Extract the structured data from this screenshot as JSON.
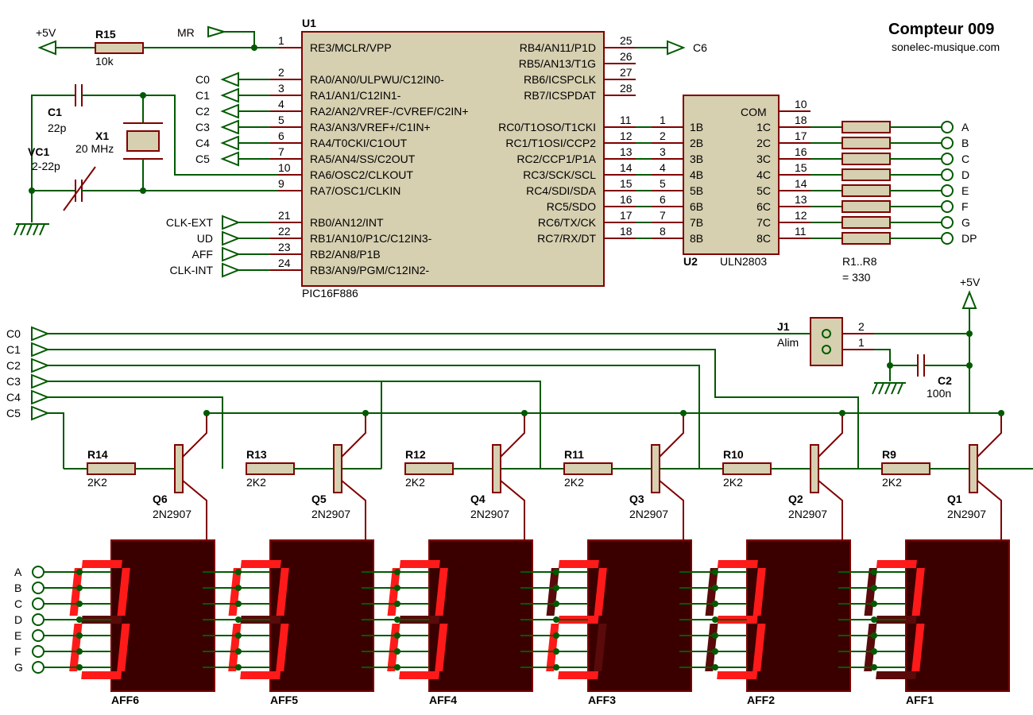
{
  "title": "Compteur 009",
  "subtitle": "sonelec-musique.com",
  "mcu": {
    "ref": "U1",
    "part": "PIC16F886",
    "left_pins": [
      {
        "num": "1",
        "name": "RE3/MCLR/VPP"
      },
      {
        "num": "2",
        "name": "RA0/AN0/ULPWU/C12IN0-"
      },
      {
        "num": "3",
        "name": "RA1/AN1/C12IN1-"
      },
      {
        "num": "4",
        "name": "RA2/AN2/VREF-/CVREF/C2IN+"
      },
      {
        "num": "5",
        "name": "RA3/AN3/VREF+/C1IN+"
      },
      {
        "num": "6",
        "name": "RA4/T0CKI/C1OUT"
      },
      {
        "num": "7",
        "name": "RA5/AN4/SS/C2OUT"
      },
      {
        "num": "10",
        "name": "RA6/OSC2/CLKOUT"
      },
      {
        "num": "9",
        "name": "RA7/OSC1/CLKIN"
      },
      {
        "num": "21",
        "name": "RB0/AN12/INT"
      },
      {
        "num": "22",
        "name": "RB1/AN10/P1C/C12IN3-"
      },
      {
        "num": "23",
        "name": "RB2/AN8/P1B"
      },
      {
        "num": "24",
        "name": "RB3/AN9/PGM/C12IN2-"
      }
    ],
    "right_pins": [
      {
        "num": "25",
        "name": "RB4/AN11/P1D"
      },
      {
        "num": "26",
        "name": "RB5/AN13/T1G"
      },
      {
        "num": "27",
        "name": "RB6/ICSPCLK"
      },
      {
        "num": "28",
        "name": "RB7/ICSPDAT"
      },
      {
        "num": "11",
        "name": "RC0/T1OSO/T1CKI"
      },
      {
        "num": "12",
        "name": "RC1/T1OSI/CCP2"
      },
      {
        "num": "13",
        "name": "RC2/CCP1/P1A"
      },
      {
        "num": "14",
        "name": "RC3/SCK/SCL"
      },
      {
        "num": "15",
        "name": "RC4/SDI/SDA"
      },
      {
        "num": "16",
        "name": "RC5/SDO"
      },
      {
        "num": "17",
        "name": "RC6/TX/CK"
      },
      {
        "num": "18",
        "name": "RC7/RX/DT"
      }
    ]
  },
  "driver": {
    "ref": "U2",
    "part": "ULN2803",
    "com_label": "COM",
    "com_pin": "10",
    "inputs": [
      {
        "num": "1",
        "name": "1B"
      },
      {
        "num": "2",
        "name": "2B"
      },
      {
        "num": "3",
        "name": "3B"
      },
      {
        "num": "4",
        "name": "4B"
      },
      {
        "num": "5",
        "name": "5B"
      },
      {
        "num": "6",
        "name": "6B"
      },
      {
        "num": "7",
        "name": "7B"
      },
      {
        "num": "8",
        "name": "8B"
      }
    ],
    "outputs": [
      {
        "num": "18",
        "name": "1C"
      },
      {
        "num": "17",
        "name": "2C"
      },
      {
        "num": "16",
        "name": "3C"
      },
      {
        "num": "15",
        "name": "4C"
      },
      {
        "num": "14",
        "name": "5C"
      },
      {
        "num": "13",
        "name": "6C"
      },
      {
        "num": "12",
        "name": "7C"
      },
      {
        "num": "11",
        "name": "8C"
      }
    ]
  },
  "segment_outputs": [
    "A",
    "B",
    "C",
    "D",
    "E",
    "F",
    "G",
    "DP"
  ],
  "resistor_array": {
    "ref": "R1..R8",
    "value": "= 330"
  },
  "reset": {
    "supply": "+5V",
    "ref": "R15",
    "value": "10k",
    "net": "MR"
  },
  "crystal": {
    "ref": "X1",
    "value": "20 MHz"
  },
  "cap_c1": {
    "ref": "C1",
    "value": "22p"
  },
  "cap_vc1": {
    "ref": "VC1",
    "value": "2-22p"
  },
  "ra_labels": [
    "C0",
    "C1",
    "C2",
    "C3",
    "C4",
    "C5"
  ],
  "rb_inputs": [
    "CLK-EXT",
    "UD",
    "AFF",
    "CLK-INT"
  ],
  "rb4_net": "C6",
  "power": {
    "supply": "+5V",
    "connector_ref": "J1",
    "connector_name": "Alim",
    "pin2": "2",
    "pin1": "1",
    "cap_ref": "C2",
    "cap_value": "100n"
  },
  "bus_labels": [
    "C0",
    "C1",
    "C2",
    "C3",
    "C4",
    "C5"
  ],
  "segment_bus": [
    "A",
    "B",
    "C",
    "D",
    "E",
    "F",
    "G"
  ],
  "stages": [
    {
      "res": "R14",
      "res_val": "2K2",
      "q": "Q6",
      "q_part": "2N2907",
      "disp": "AFF6",
      "digit": "0"
    },
    {
      "res": "R13",
      "res_val": "2K2",
      "q": "Q5",
      "q_part": "2N2907",
      "disp": "AFF5",
      "digit": "0"
    },
    {
      "res": "R12",
      "res_val": "2K2",
      "q": "Q4",
      "q_part": "2N2907",
      "disp": "AFF4",
      "digit": "0"
    },
    {
      "res": "R11",
      "res_val": "2K2",
      "q": "Q3",
      "q_part": "2N2907",
      "disp": "AFF3",
      "digit": "2"
    },
    {
      "res": "R10",
      "res_val": "2K2",
      "q": "Q2",
      "q_part": "2N2907",
      "disp": "AFF2",
      "digit": "3"
    },
    {
      "res": "R9",
      "res_val": "2K2",
      "q": "Q1",
      "q_part": "2N2907",
      "disp": "AFF1",
      "digit": "7"
    }
  ],
  "colors": {
    "wire": "#005a00",
    "pin": "#800000",
    "body": "#d6cfb0",
    "segment_on": "#ff1a1a",
    "segment_off": "#5a0a0a",
    "display_bg": "#3a0000"
  }
}
